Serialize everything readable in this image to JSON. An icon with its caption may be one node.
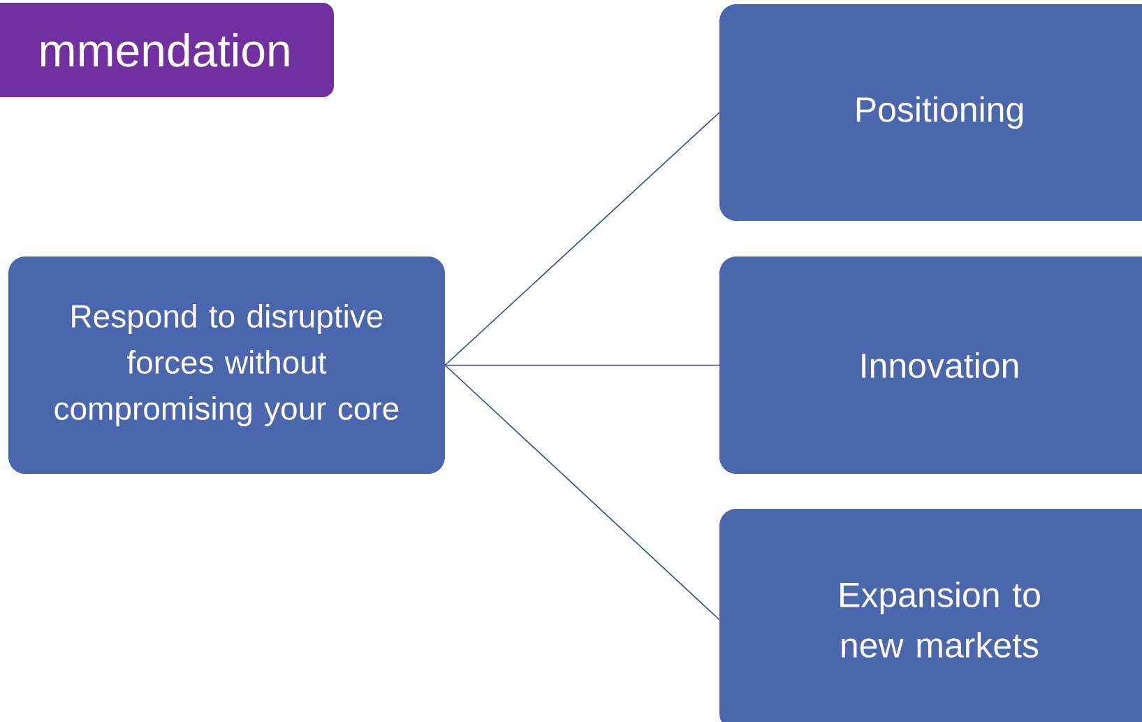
{
  "diagram": {
    "nodes": [
      {
        "text": [
          "mmendation"
        ]
      },
      {
        "text": [
          "Respond to disruptive forces without compromising your core"
        ]
      },
      {
        "text": [
          "Positioning"
        ]
      },
      {
        "text": [
          "Innovation"
        ]
      },
      {
        "text": [
          "Expansion to new markets"
        ]
      }
    ],
    "edges": [
      {
        "from": 1,
        "to": 2,
        "arrow": "none"
      },
      {
        "from": 1,
        "to": 3,
        "arrow": "none"
      },
      {
        "from": 1,
        "to": 4,
        "arrow": "none"
      }
    ]
  }
}
